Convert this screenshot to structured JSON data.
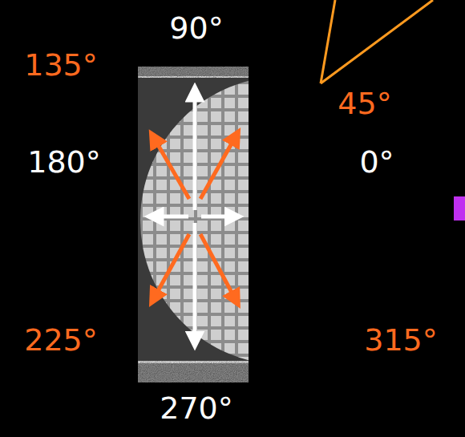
{
  "diagram": {
    "labels": [
      "90°",
      "135°",
      "45°",
      "180°",
      "0°",
      "225°",
      "315°",
      "270°"
    ]
  }
}
